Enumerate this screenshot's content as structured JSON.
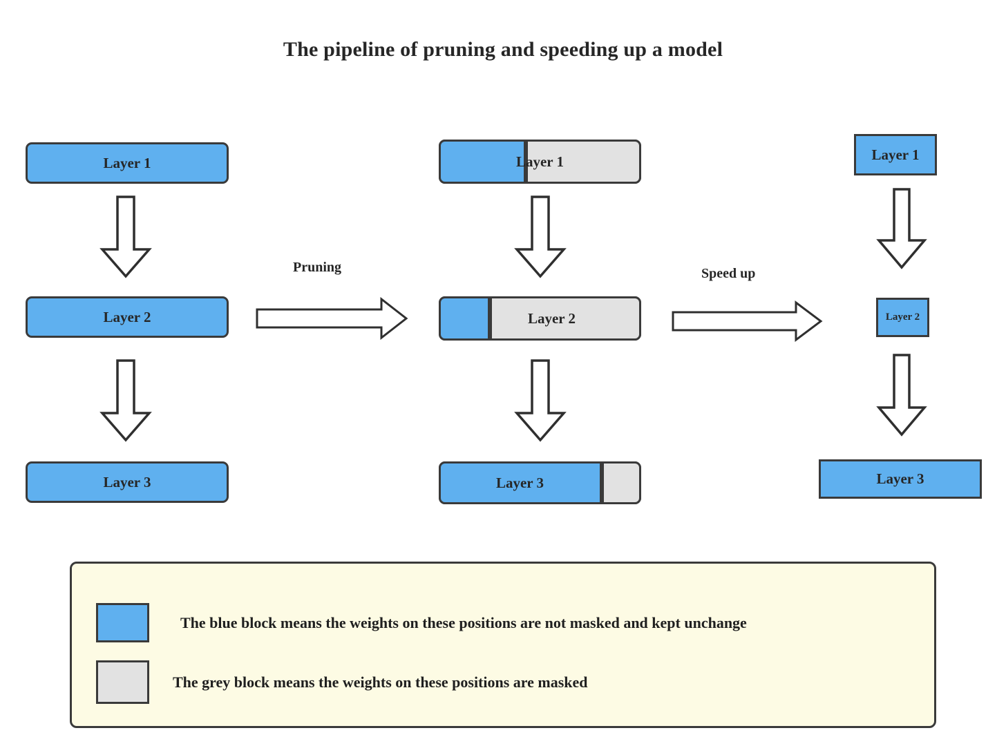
{
  "title": "The pipeline of pruning and speeding up a model",
  "colors": {
    "blue": "#5FB0EF",
    "grey": "#E2E2E2",
    "outline": "#3a3a3a",
    "legend_bg": "#FDFBE4",
    "page_bg": "#ffffff",
    "text": "#262626"
  },
  "columns": {
    "original": {
      "name": "original-model",
      "blocks": [
        {
          "label": "Layer 1",
          "keep_fraction": 1.0
        },
        {
          "label": "Layer 2",
          "keep_fraction": 1.0
        },
        {
          "label": "Layer 3",
          "keep_fraction": 1.0
        }
      ]
    },
    "pruned": {
      "name": "pruned-model",
      "blocks": [
        {
          "label": "Layer 1",
          "keep_fraction": 0.42
        },
        {
          "label": "Layer 2",
          "keep_fraction": 0.24
        },
        {
          "label": "Layer 3",
          "keep_fraction": 0.795
        }
      ]
    },
    "sped_up": {
      "name": "sped-up-model",
      "blocks": [
        {
          "label": "Layer 1",
          "keep_fraction": 1.0
        },
        {
          "label": "Layer 2",
          "keep_fraction": 1.0
        },
        {
          "label": "Layer 3",
          "keep_fraction": 1.0
        }
      ]
    }
  },
  "steps": [
    {
      "label": "Pruning"
    },
    {
      "label": "Speed up"
    }
  ],
  "legend": {
    "rows": [
      {
        "swatch": "blue",
        "text": "The blue block means the weights on these positions are not masked and kept unchange"
      },
      {
        "swatch": "grey",
        "text": "The grey block means the weights on these positions are masked"
      }
    ]
  }
}
